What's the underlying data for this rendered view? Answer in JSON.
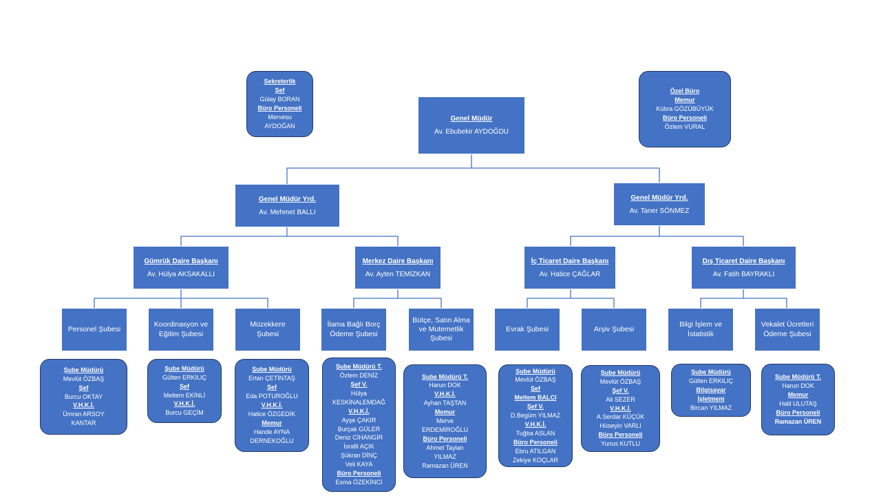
{
  "colors": {
    "box_fill": "#4472C4",
    "box_border": "#203864",
    "connector": "#4472C4",
    "text": "#ffffff"
  },
  "top": {
    "genel_mudur": {
      "title": "Genel Müdür",
      "name": "Av. Ebubekir AYDOĞDU"
    }
  },
  "side_units": {
    "sekreterlik": [
      {
        "text": "Sekreterlik",
        "style": "heading"
      },
      {
        "text": "Şef",
        "style": "heading"
      },
      {
        "text": "Gülay BORAN",
        "style": "normal"
      },
      {
        "text": "Büro Personeli",
        "style": "heading"
      },
      {
        "text": "Mervesu",
        "style": "normal"
      },
      {
        "text": "AYDOĞAN",
        "style": "normal"
      }
    ],
    "ozel_buro": [
      {
        "text": "Özel Büro",
        "style": "heading"
      },
      {
        "text": "Memur",
        "style": "heading"
      },
      {
        "text": "Kübra GÖZÜBÜYÜK",
        "style": "normal"
      },
      {
        "text": "Büro Personeli",
        "style": "heading"
      },
      {
        "text": "Özlem VURAL",
        "style": "normal"
      }
    ]
  },
  "deputies": {
    "left": {
      "title": "Genel Müdür Yrd.",
      "name": "Av. Mehmet BALLI"
    },
    "right": {
      "title": "Genel Müdür Yrd.",
      "name": "Av. Taner SÖNMEZ"
    }
  },
  "departments": {
    "gumruk": {
      "title": "Gümrük Daire Başkanı",
      "name": "Av. Hülya AKSAKALLI"
    },
    "merkez": {
      "title": "Merkez Daire Başkanı",
      "name": "Av. Ayten TEMİZKAN"
    },
    "ic_ticaret": {
      "title": "İç Ticaret Daire Başkanı",
      "name": "Av. Hatice ÇAĞLAR"
    },
    "dis_ticaret": {
      "title": "Dış Ticaret Daire Başkanı",
      "name": "Av. Fatih BAYRAKLI"
    }
  },
  "branches": {
    "personel": "Personel Şubesi",
    "koordinasyon": "Koordinasyon ve Eğitim Şubesi",
    "muzekkere": "Müzekkere Şubesi",
    "ilama": "İlama Bağlı Borç Ödeme Şubesi",
    "butce": "Bütçe, Satın Alma ve Mutemetlik Şubesi",
    "evrak": "Evrak Şubesi",
    "arsiv": "Arşiv Şubesi",
    "bilgi": "Bilgi İşlem ve İstatistik",
    "vekalet": "Vekalet Ücretleri Ödeme Şubesi"
  },
  "staff": {
    "personel": [
      {
        "text": "Şube Müdürü",
        "style": "heading"
      },
      {
        "text": "Mevlüt ÖZBAŞ",
        "style": "normal"
      },
      {
        "text": "Şef",
        "style": "heading"
      },
      {
        "text": "Burcu OKTAY",
        "style": "normal"
      },
      {
        "text": "V.H.K.İ.",
        "style": "heading"
      },
      {
        "text": "Ümran ARSOY",
        "style": "normal"
      },
      {
        "text": "KANTAR",
        "style": "normal"
      }
    ],
    "koordinasyon": [
      {
        "text": "Şube Müdürü",
        "style": "heading"
      },
      {
        "text": "Gülten ERKILIÇ",
        "style": "normal"
      },
      {
        "text": "Şef",
        "style": "heading"
      },
      {
        "text": "Meltem EKİNLİ",
        "style": "normal"
      },
      {
        "text": "V.H.K.İ.",
        "style": "heading"
      },
      {
        "text": "Burcu GEÇİM",
        "style": "normal"
      }
    ],
    "muzekkere": [
      {
        "text": "Şube Müdürü",
        "style": "heading"
      },
      {
        "text": "Ertan ÇETİNTAŞ",
        "style": "normal"
      },
      {
        "text": "Şef",
        "style": "heading"
      },
      {
        "text": "Eda POTUROĞLU",
        "style": "normal"
      },
      {
        "text": "V.H.K.İ.",
        "style": "heading"
      },
      {
        "text": "Hatice ÖZGEDİK",
        "style": "normal"
      },
      {
        "text": "Memur",
        "style": "heading"
      },
      {
        "text": "Hande AYNA",
        "style": "normal"
      },
      {
        "text": "DERNEKOĞLU",
        "style": "normal"
      }
    ],
    "ilama": [
      {
        "text": "Şube Müdürü T.",
        "style": "heading"
      },
      {
        "text": "Özlem DENİZ",
        "style": "normal"
      },
      {
        "text": "Şef V.",
        "style": "heading"
      },
      {
        "text": "Hülya",
        "style": "normal"
      },
      {
        "text": "KESKİNALEMDAĞ",
        "style": "normal"
      },
      {
        "text": "V.H.K.İ.",
        "style": "heading"
      },
      {
        "text": "Ayşe ÇAKIR",
        "style": "normal"
      },
      {
        "text": "Burçak GÜLER",
        "style": "normal"
      },
      {
        "text": "Deniz CİHANGİR",
        "style": "normal"
      },
      {
        "text": "İsrafil AÇIK",
        "style": "normal"
      },
      {
        "text": "Şükran DİNÇ",
        "style": "normal"
      },
      {
        "text": "Veli KAYA",
        "style": "normal"
      },
      {
        "text": "Büro Personeli",
        "style": "heading"
      },
      {
        "text": "Esma ÖZEKİNCİ",
        "style": "normal"
      }
    ],
    "butce": [
      {
        "text": "Şube Müdürü T.",
        "style": "heading"
      },
      {
        "text": "Harun DOK",
        "style": "normal"
      },
      {
        "text": "V.H.K.İ.",
        "style": "heading"
      },
      {
        "text": "Ayhan TAŞTAN",
        "style": "normal"
      },
      {
        "text": "Memur",
        "style": "heading"
      },
      {
        "text": "Merve",
        "style": "normal"
      },
      {
        "text": "ERDEMİROĞLU",
        "style": "normal"
      },
      {
        "text": "Büro Personeli",
        "style": "heading"
      },
      {
        "text": "Ahmet Taylan",
        "style": "normal"
      },
      {
        "text": "YILMAZ",
        "style": "normal"
      },
      {
        "text": "Ramazan ÜREN",
        "style": "normal"
      }
    ],
    "evrak": [
      {
        "text": "Şube Müdürü",
        "style": "heading"
      },
      {
        "text": "Mevlüt ÖZBAŞ",
        "style": "normal"
      },
      {
        "text": "Şef",
        "style": "heading"
      },
      {
        "text": "Meltem BALCI",
        "style": "heading"
      },
      {
        "text": "Şef V.",
        "style": "heading"
      },
      {
        "text": "D.Begüm YILMAZ",
        "style": "normal"
      },
      {
        "text": "V.H.K.İ.",
        "style": "heading"
      },
      {
        "text": "Tuğba ASLAN",
        "style": "normal"
      },
      {
        "text": "Büro Personeli",
        "style": "heading"
      },
      {
        "text": "Ebru ATILGAN",
        "style": "normal"
      },
      {
        "text": "Zekiye KOÇLAR",
        "style": "normal"
      }
    ],
    "arsiv": [
      {
        "text": "Şube Müdürü",
        "style": "heading"
      },
      {
        "text": "Mevlüt ÖZBAŞ",
        "style": "normal"
      },
      {
        "text": "Şef V.",
        "style": "heading"
      },
      {
        "text": "Ali SEZER",
        "style": "normal"
      },
      {
        "text": "V.H.K.İ.",
        "style": "heading"
      },
      {
        "text": "A.Serdar KÜÇÜK",
        "style": "normal"
      },
      {
        "text": "Hüseyin VARLI",
        "style": "normal"
      },
      {
        "text": "Büro Personeli",
        "style": "heading"
      },
      {
        "text": "Yunus KUTLU",
        "style": "normal"
      }
    ],
    "bilgi": [
      {
        "text": "Şube Müdürü",
        "style": "heading"
      },
      {
        "text": "Gülten ERKILIÇ",
        "style": "normal"
      },
      {
        "text": "Bilgisayar",
        "style": "heading"
      },
      {
        "text": "İşletmeni",
        "style": "heading"
      },
      {
        "text": "Bircan YILMAZ",
        "style": "normal"
      }
    ],
    "vekalet": [
      {
        "text": "Şube Müdürü T.",
        "style": "heading"
      },
      {
        "text": "Harun DOK",
        "style": "normal"
      },
      {
        "text": "Memur",
        "style": "heading"
      },
      {
        "text": "Halil ULUTAŞ",
        "style": "normal"
      },
      {
        "text": "Büro Personeli",
        "style": "heading"
      },
      {
        "text": "Ramazan ÜREN",
        "style": "bold"
      }
    ]
  }
}
